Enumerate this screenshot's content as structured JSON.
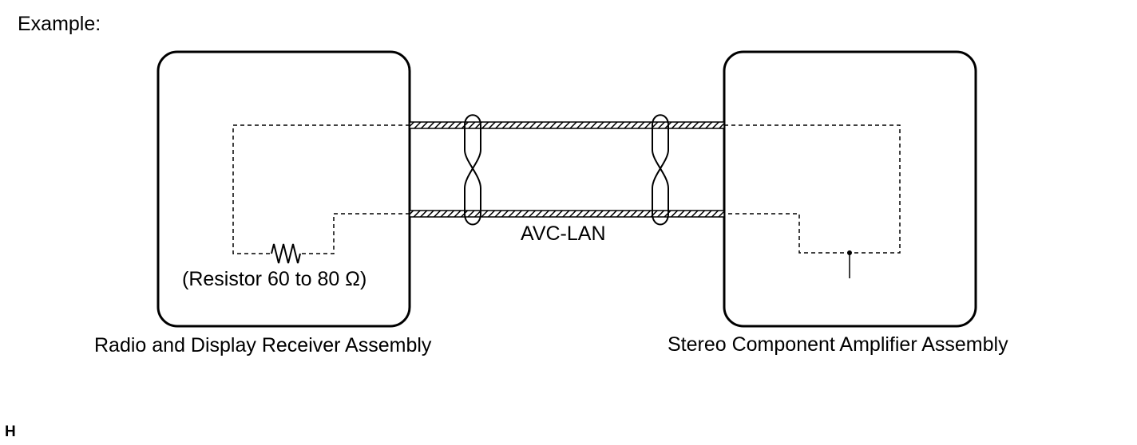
{
  "title": "Example:",
  "left_unit": {
    "caption": "Radio and Display Receiver Assembly",
    "resistor_label": "(Resistor 60 to 80 Ω)"
  },
  "right_unit": {
    "caption": "Stereo Component Amplifier Assembly"
  },
  "bus": {
    "label": "AVC-LAN"
  },
  "corner_mark": "H"
}
